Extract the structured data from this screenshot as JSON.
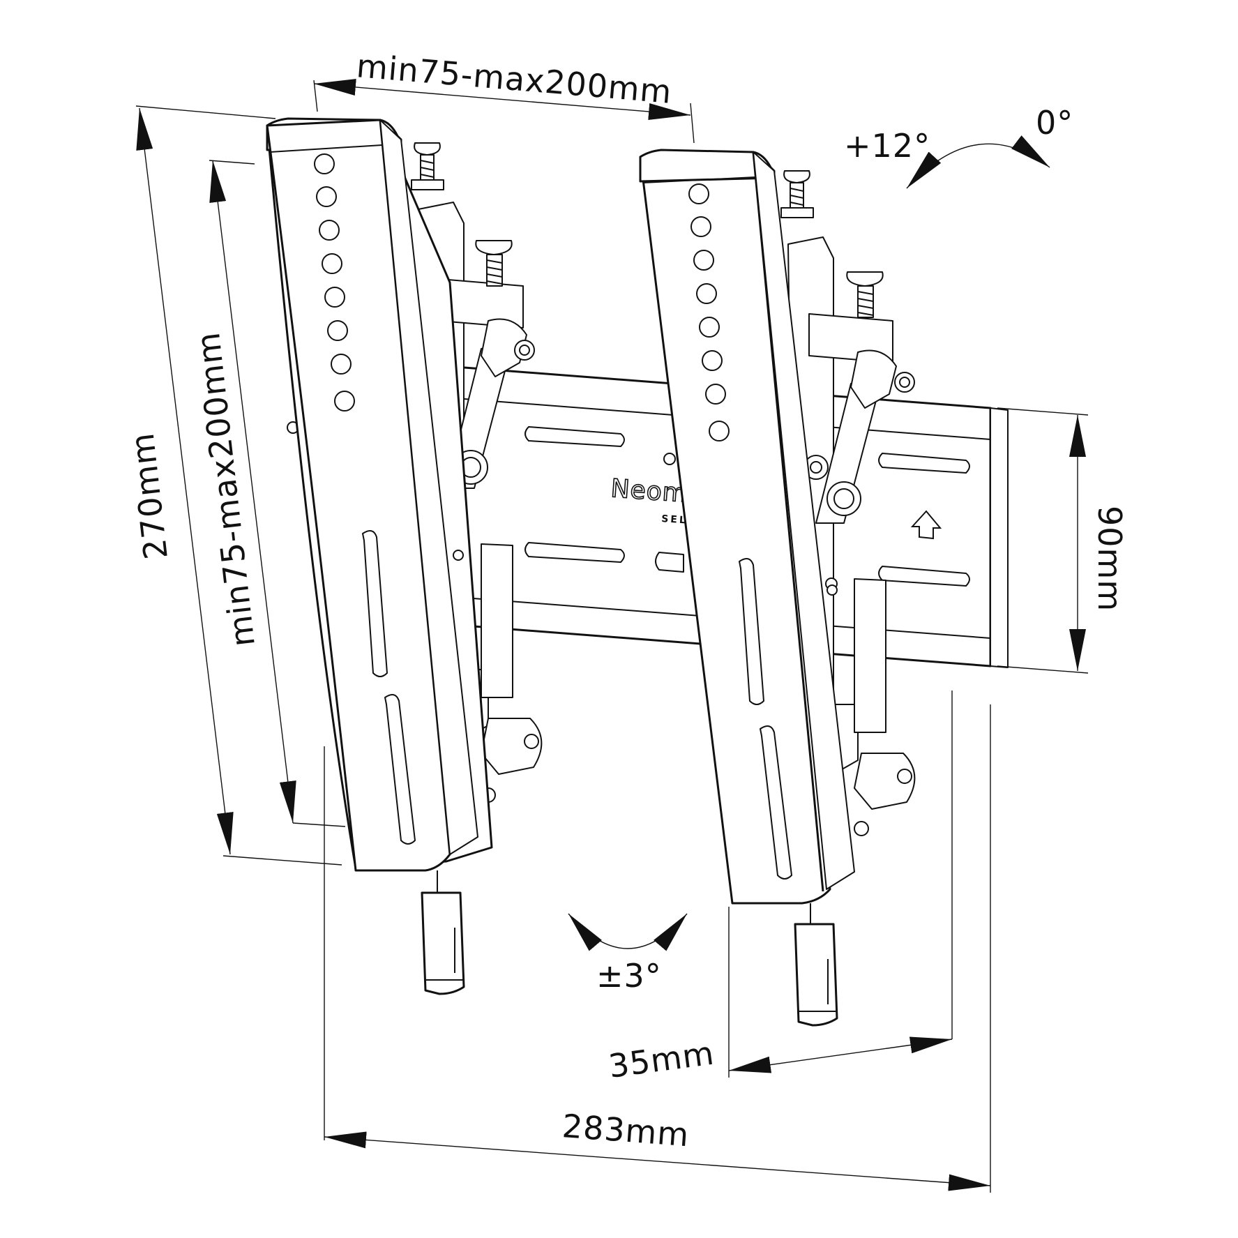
{
  "dimensions": {
    "top_width": "min75-max200mm",
    "overall_height": "270mm",
    "inner_height": "min75-max200mm",
    "rail_height": "90mm",
    "depth": "35mm",
    "total_width": "283mm",
    "tilt_up": "+12°",
    "tilt_zero": "0°",
    "level_adjust": "±3°"
  },
  "brand": {
    "name": "Neomounts",
    "sub": "SELECT"
  }
}
